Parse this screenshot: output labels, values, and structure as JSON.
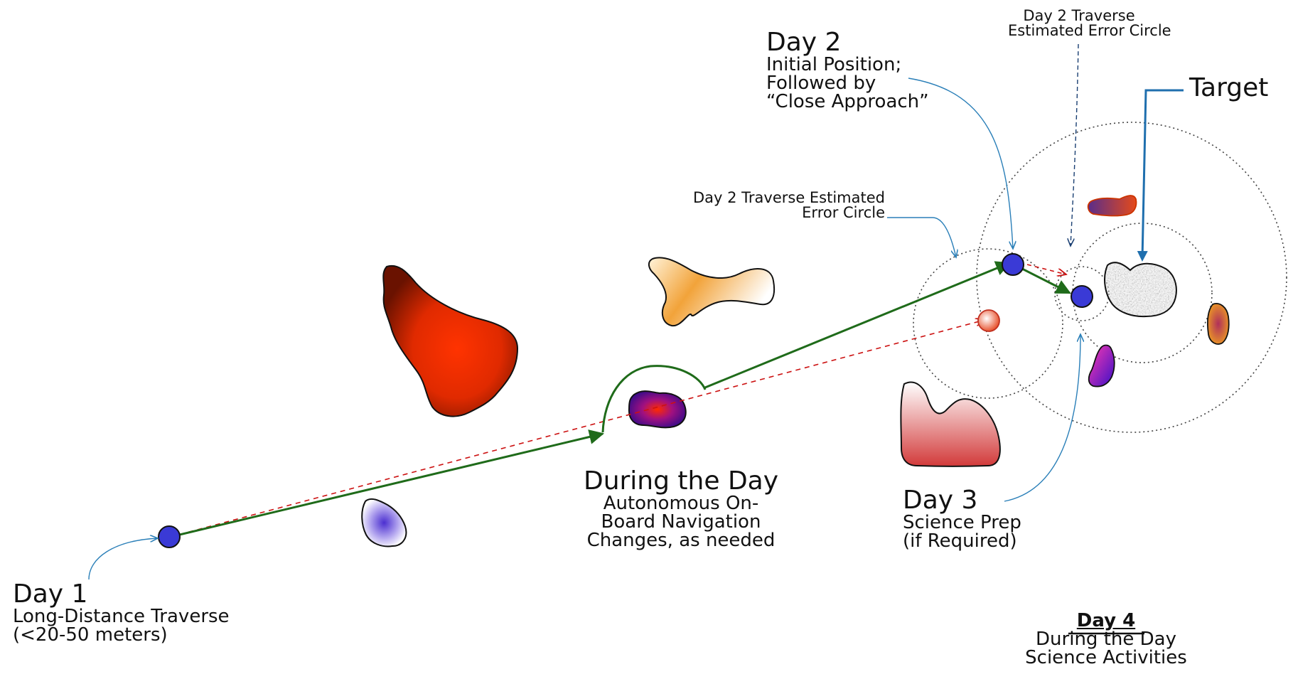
{
  "labels": {
    "day1": {
      "title": "Day 1",
      "line1": "Long-Distance Traverse",
      "line2": "(<20-50 meters)"
    },
    "during": {
      "title": "During the Day",
      "line1": "Autonomous On-",
      "line2": "Board Navigation",
      "line3": "Changes, as needed"
    },
    "day2": {
      "title": "Day 2",
      "line1": "Initial Position;",
      "line2": "Followed by",
      "line3": "“Close Approach”"
    },
    "day2_error_left": {
      "line1": "Day 2 Traverse Estimated",
      "line2": "Error Circle"
    },
    "day2_error_top": {
      "line1": "Day 2 Traverse",
      "line2": "Estimated Error Circle"
    },
    "target": "Target",
    "day3": {
      "title": "Day 3",
      "line1": "Science Prep",
      "line2": "(if Required)"
    },
    "day4": {
      "title": "Day 4",
      "line1": "During the Day",
      "line2": "Science Activities"
    }
  },
  "colors": {
    "path_actual": "#1f6b1a",
    "path_planned": "#cc1111",
    "rover_marker": "#3a3ad6",
    "callout_line": "#2a7fb8",
    "target_arrow": "#1f6fae"
  }
}
